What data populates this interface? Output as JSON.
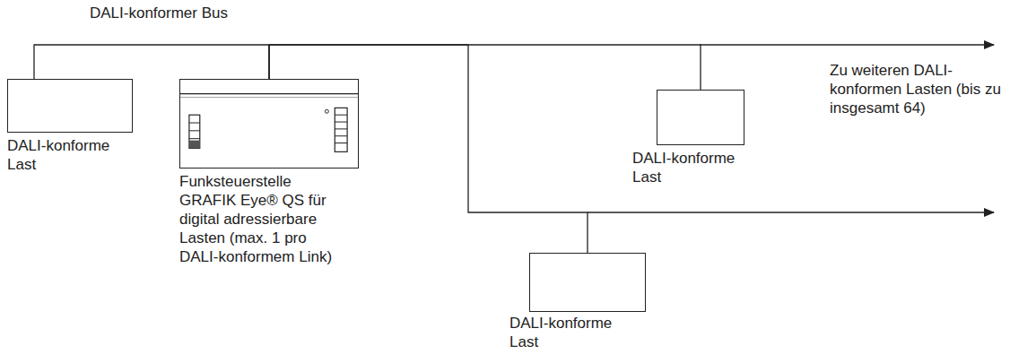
{
  "diagram": {
    "nodes": [
      {
        "text": [
          "DALI-konforme Last"
        ]
      },
      {
        "text": [
          "Funksteuerstelle GRAFIK Eye® QS für digital adressierbare Lasten (max. 1 pro DALI-konformem Link)"
        ]
      },
      {
        "text": [
          "DALI-konforme Last"
        ]
      },
      {
        "text": [
          "DALI-konforme Last"
        ]
      }
    ],
    "edges": [
      {
        "from": 0,
        "to": 1,
        "arrow": "none"
      },
      {
        "from": 1,
        "to": 2,
        "arrow": "none"
      },
      {
        "from": 1,
        "to": 3,
        "arrow": "none"
      }
    ],
    "labels": [
      "DALI-konformer Bus",
      "Zu weiteren DALI-konformen Lasten (bis zu insgesamt 64)"
    ]
  }
}
